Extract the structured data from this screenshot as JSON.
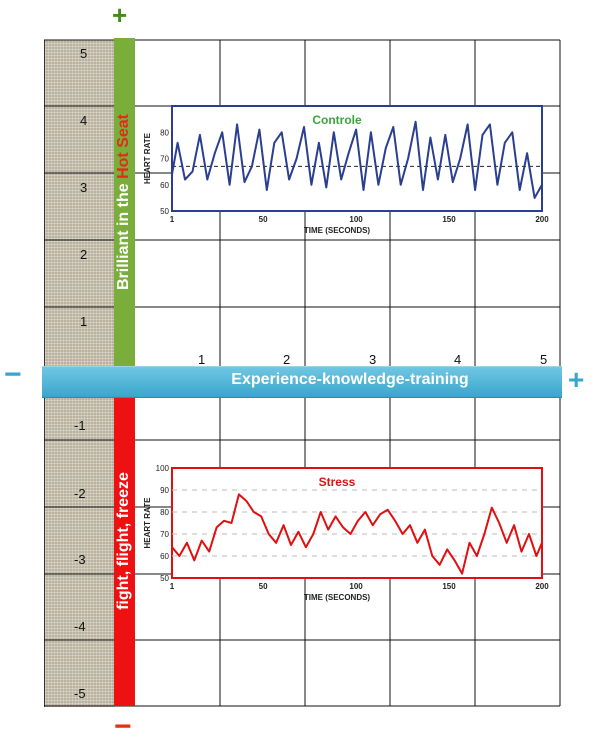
{
  "y_axis": {
    "labels": [
      "5",
      "4",
      "3",
      "2",
      "1",
      "-1",
      "-2",
      "-3",
      "-4",
      "-5"
    ]
  },
  "x_axis": {
    "labels": [
      "1",
      "2",
      "3",
      "4",
      "5"
    ],
    "title": "Experience-knowledge-training"
  },
  "top_bar": {
    "text_part1": "Brilliant in the ",
    "text_part2": "Hot Seat",
    "color": "#7aae3b"
  },
  "bottom_bar": {
    "text": "fight, flight, freeze",
    "color": "#ee1111"
  },
  "signs": {
    "top": "+",
    "bottom": "−",
    "left": "−",
    "right": "+"
  },
  "colors": {
    "band": "#3aa6cc",
    "control_line": "#2a3f8f",
    "stress_line": "#e01010"
  },
  "chart_data": [
    {
      "type": "line",
      "title": "Controle",
      "xlabel": "TIME (SECONDS)",
      "ylabel": "HEART RATE",
      "xlim": [
        1,
        200
      ],
      "ylim": [
        50,
        90
      ],
      "x_ticks": [
        "1",
        "50",
        "100",
        "150",
        "200"
      ],
      "y_ticks": [
        "80",
        "70",
        "60",
        "50"
      ],
      "reference_line": 67,
      "x": [
        1,
        4,
        8,
        12,
        16,
        20,
        24,
        28,
        32,
        36,
        40,
        44,
        48,
        52,
        56,
        60,
        64,
        68,
        72,
        76,
        80,
        84,
        88,
        92,
        96,
        100,
        104,
        108,
        112,
        116,
        120,
        124,
        128,
        132,
        136,
        140,
        144,
        148,
        152,
        156,
        160,
        164,
        168,
        172,
        176,
        180,
        184,
        188,
        192,
        196,
        200
      ],
      "values": [
        64,
        76,
        62,
        65,
        79,
        62,
        72,
        80,
        60,
        83,
        61,
        67,
        81,
        58,
        76,
        80,
        62,
        70,
        82,
        60,
        76,
        59,
        80,
        62,
        72,
        81,
        58,
        80,
        60,
        74,
        82,
        60,
        70,
        84,
        58,
        78,
        62,
        79,
        61,
        70,
        83,
        58,
        79,
        83,
        60,
        76,
        80,
        58,
        72,
        55,
        60
      ]
    },
    {
      "type": "line",
      "title": "Stress",
      "xlabel": "TIME (SECONDS)",
      "ylabel": "HEART RATE",
      "xlim": [
        1,
        200
      ],
      "ylim": [
        50,
        100
      ],
      "x_ticks": [
        "1",
        "50",
        "100",
        "150",
        "200"
      ],
      "y_ticks": [
        "100",
        "90",
        "80",
        "70",
        "60",
        "50"
      ],
      "x": [
        1,
        5,
        9,
        13,
        17,
        21,
        25,
        29,
        33,
        37,
        41,
        45,
        49,
        53,
        57,
        61,
        65,
        69,
        73,
        77,
        81,
        85,
        89,
        93,
        97,
        101,
        105,
        109,
        113,
        117,
        121,
        125,
        129,
        133,
        137,
        141,
        145,
        149,
        153,
        157,
        161,
        165,
        169,
        173,
        177,
        181,
        185,
        189,
        193,
        197,
        200
      ],
      "values": [
        64,
        60,
        66,
        58,
        67,
        62,
        73,
        76,
        75,
        88,
        85,
        80,
        78,
        70,
        66,
        74,
        65,
        71,
        64,
        70,
        80,
        72,
        78,
        73,
        70,
        76,
        80,
        74,
        79,
        81,
        76,
        70,
        74,
        66,
        72,
        60,
        56,
        63,
        58,
        52,
        66,
        60,
        70,
        82,
        75,
        66,
        74,
        62,
        70,
        60,
        66
      ]
    }
  ]
}
